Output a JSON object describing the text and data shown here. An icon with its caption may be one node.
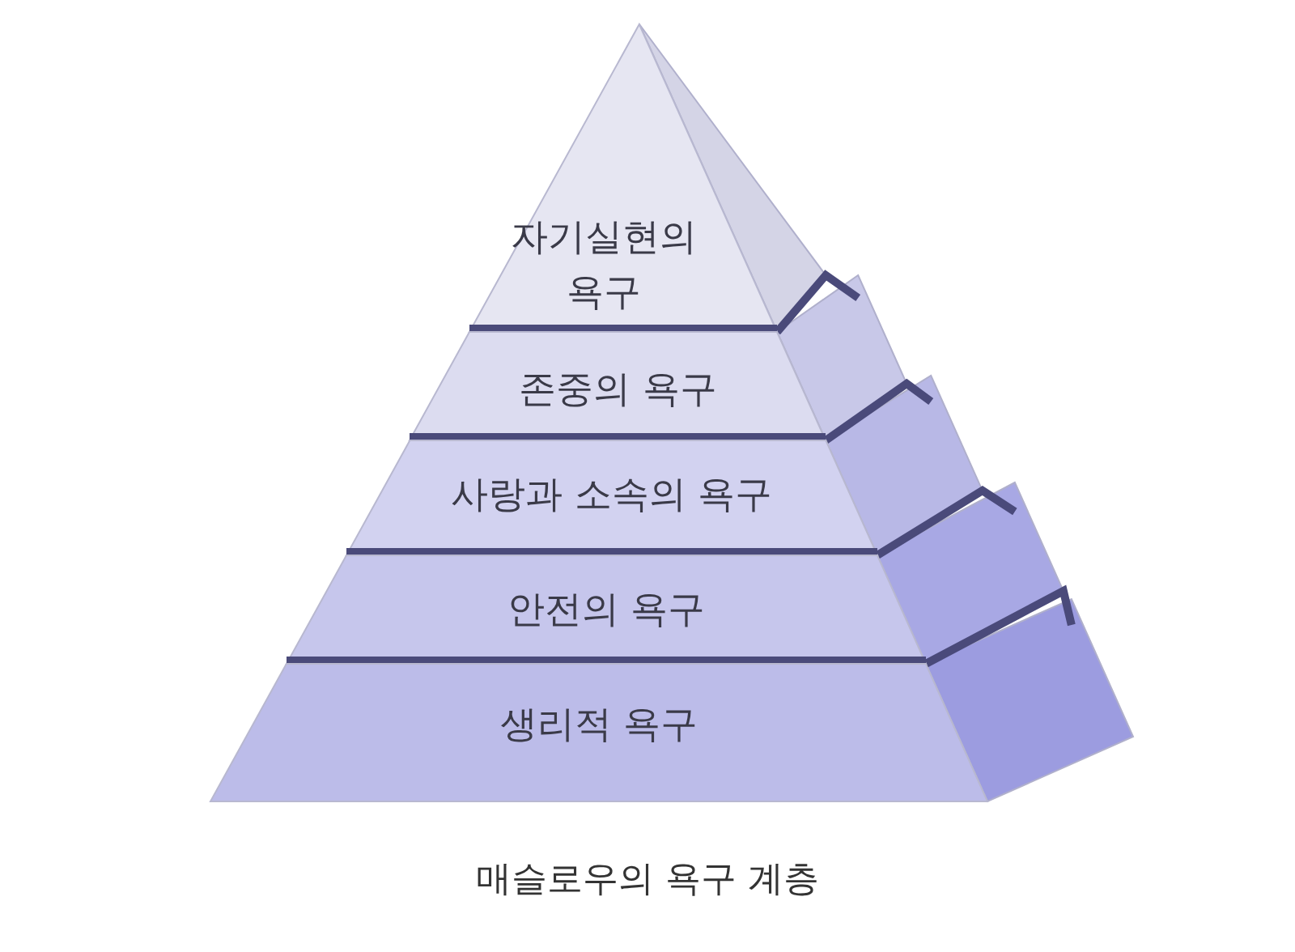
{
  "diagram": {
    "caption": "매슬로우의 욕구 계층",
    "nodes": [
      {
        "text": [
          "자기실현의 욕구"
        ]
      },
      {
        "text": [
          "존중의 욕구"
        ]
      },
      {
        "text": [
          "사랑과 소속의 욕구"
        ]
      },
      {
        "text": [
          "안전의 욕구"
        ]
      },
      {
        "text": [
          "생리적 욕구"
        ]
      }
    ]
  }
}
